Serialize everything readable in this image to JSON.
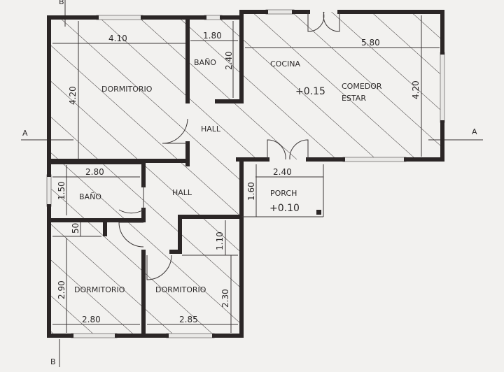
{
  "rooms": {
    "dormitorio_1": "DORMITORIO",
    "bano_1": "BAÑO",
    "hall_1": "HALL",
    "cocina": "COCINA",
    "comedor": "COMEDOR",
    "estar": "ESTAR",
    "level_main": "+0.15",
    "bano_2": "BAÑO",
    "hall_2": "HALL",
    "porch": "PORCH",
    "level_porch": "+0.10",
    "dormitorio_2": "DORMITORIO",
    "dormitorio_3": "DORMITORIO"
  },
  "dimensions": {
    "d410": "4.10",
    "d420_left": "4.20",
    "d180": "1.80",
    "d240_bano": "2.40",
    "d580": "5.80",
    "d420_right": "4.20",
    "d280_top": "2.80",
    "d150": "1.50",
    "d240_porch": "2.40",
    "d160": "1.60",
    "d50": "50",
    "d110": "1.10",
    "d290": "2.90",
    "d230": "2.30",
    "d280_bottom": "2.80",
    "d285": "2.85"
  },
  "section_marks": {
    "a_left": "A",
    "a_right": "A",
    "b_top": "B",
    "b_bottom": "B"
  },
  "colors": {
    "wall": "#2b2626",
    "paper": "#f2f1ef",
    "hatch": "#3a3535"
  }
}
